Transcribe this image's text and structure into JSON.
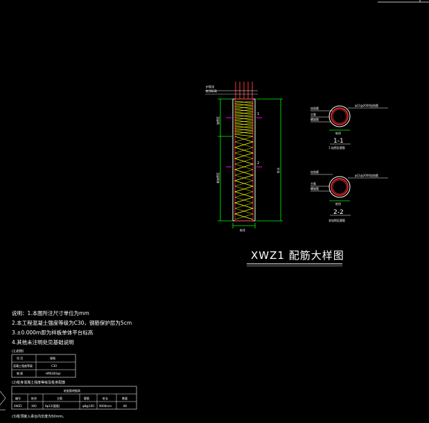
{
  "drawing": {
    "title": "XWZ1  配筋大样图",
    "detail_labels": {
      "top_label_1": "护筒顶",
      "top_label_2": "桩顶标高",
      "left_dim_1": "加密区",
      "left_dim_2": "非加密区",
      "right_dim": "桩长",
      "bottom_dim": "桩径",
      "marker_1": "1",
      "marker_2": "2"
    },
    "sections": [
      {
        "label": "1-1",
        "sub": "1:加密区箍筋",
        "left_top": "加劲箍",
        "left_mid": "主筋",
        "left_low": "螺旋箍",
        "right": "φ12@2000加劲箍",
        "bottom": "桩径"
      },
      {
        "label": "2-2",
        "sub": "非加密区箍筋",
        "left_top": "加劲箍",
        "left_mid": "主筋",
        "left_low": "螺旋箍",
        "right": "φ12@2000加劲箍",
        "bottom": "桩径"
      }
    ],
    "notes": [
      "说明：1.本图所注尺寸单位为mm",
      "2.本工程混凝土强度等级为C30，钢筋保护层为5cm",
      "3.±0.000m即为样板单体平台标高",
      "4.其他未注明处见基础说明"
    ],
    "table1": {
      "caption": "(1)材料",
      "rows": [
        [
          "项  目",
          "规格"
        ],
        [
          "混凝土强度等级",
          "C30"
        ],
        [
          "钢  筋",
          "HPB300(φ)"
        ]
      ]
    },
    "table2": {
      "caption": "(2)桩身混凝土强度等级及桩身配筋",
      "header": "桩配筋明细表",
      "columns": [
        "编号",
        "桩径",
        "主筋",
        "箍筋",
        "桩长",
        "数量"
      ],
      "row": [
        "XWZ1",
        "300",
        "6φ12(箍筋)",
        "φ8@100",
        "9000mm",
        "80"
      ]
    },
    "footnote": "(3)桩顶嵌入承台内长度为50mm。",
    "colors": {
      "background": "#000000",
      "line": "#ffffff",
      "rebar": "#ff3333",
      "dim": "#00ff00",
      "hatch": "#ffff00",
      "marker": "#ff00ff"
    }
  }
}
